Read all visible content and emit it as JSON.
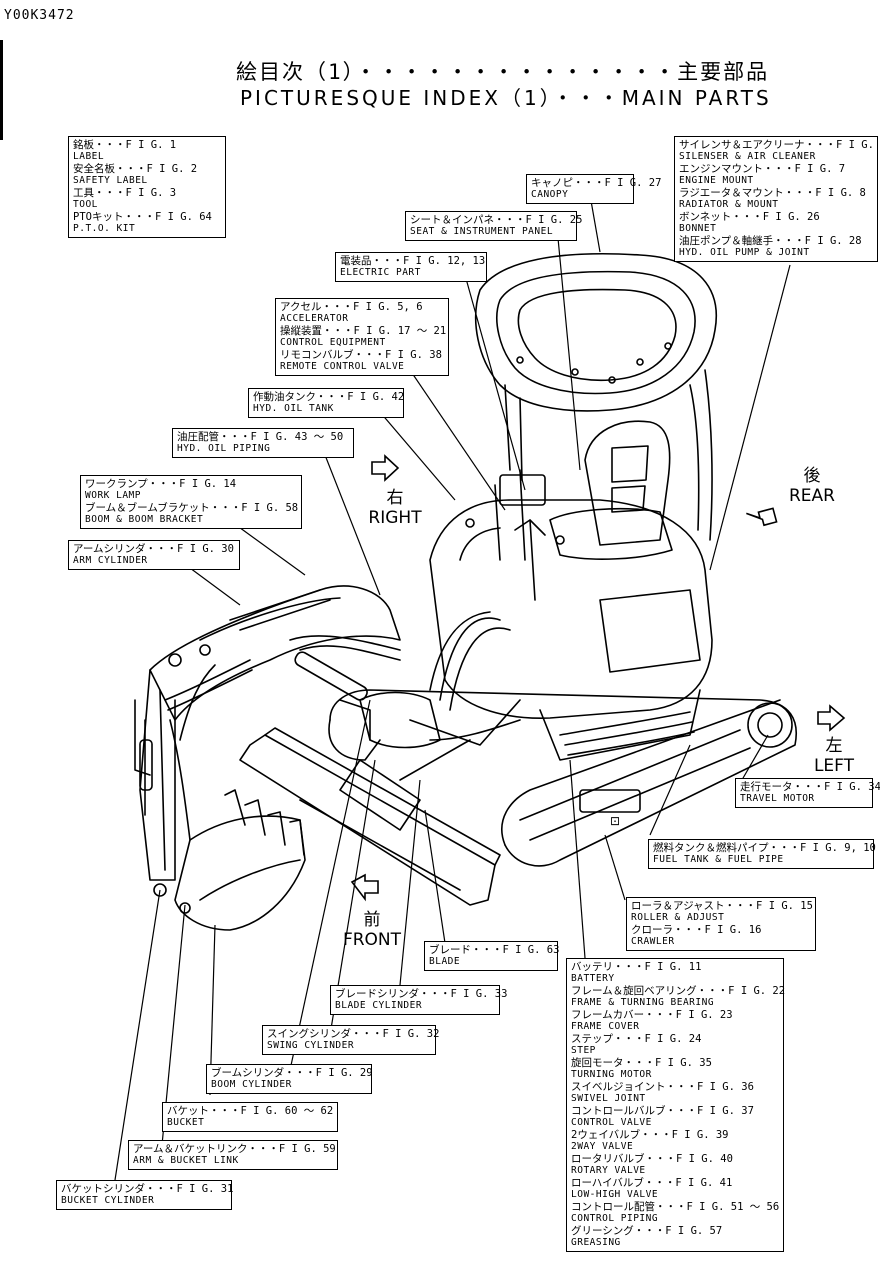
{
  "header": {
    "doc_id": "Y00K3472",
    "title_jp": "絵目次（1）・・・・・・・・・・・・・・主要部品",
    "title_en": "PICTURESQUE INDEX（1）・・・MAIN PARTS"
  },
  "directions": {
    "right_jp": "右",
    "right_en": "RIGHT",
    "rear_jp": "後",
    "rear_en": "REAR",
    "left_jp": "左",
    "left_en": "LEFT",
    "front_jp": "前",
    "front_en": "FRONT"
  },
  "callouts": {
    "label_box": [
      "銘板・・・F I G. 1",
      "LABEL",
      "安全名板・・・F I G. 2",
      "SAFETY  LABEL",
      "工具・・・F I G. 3",
      "TOOL",
      "PTOキット・・・F I G. 64",
      "P.T.O. KIT"
    ],
    "engine_box": [
      "サイレンサ＆エアクリーナ・・・F I G. 4",
      "SILENSER & AIR CLEANER",
      "エンジンマウント・・・F I G. 7",
      "ENGINE MOUNT",
      "ラジエータ＆マウント・・・F I G. 8",
      "RADIATOR & MOUNT",
      "ボンネット・・・F I G. 26",
      "BONNET",
      "油圧ポンプ＆軸継手・・・F I G. 28",
      "HYD. OIL PUMP & JOINT"
    ],
    "canopy": [
      "キャノピ・・・F I G. 27",
      "CANOPY"
    ],
    "seat": [
      "シート＆インパネ・・・F I G. 25",
      "SEAT & INSTRUMENT PANEL"
    ],
    "electric": [
      "電装品・・・F I G. 12, 13",
      "ELECTRIC PART"
    ],
    "control": [
      "アクセル・・・F I G. 5, 6",
      "ACCELERATOR",
      "操縦装置・・・F I G. 17 ～ 21",
      "CONTROL EQUIPMENT",
      "リモコンバルブ・・・F I G. 38",
      "REMOTE CONTROL VALVE"
    ],
    "oil_tank": [
      "作動油タンク・・・F I G. 42",
      "HYD. OIL TANK"
    ],
    "oil_piping": [
      "油圧配管・・・F I G. 43 ～ 50",
      "HYD. OIL PIPING"
    ],
    "work_lamp": [
      "ワークランプ・・・F I G. 14",
      "WORK LAMP",
      "ブーム＆ブームブラケット・・・F I G. 58",
      "BOOM & BOOM BRACKET"
    ],
    "arm_cyl": [
      "アームシリンダ・・・F I G. 30",
      "ARM CYLINDER"
    ],
    "travel_motor": [
      "走行モータ・・・F I G. 34",
      "TRAVEL MOTOR"
    ],
    "fuel": [
      "燃料タンク＆燃料パイプ・・・F I G. 9, 10",
      "FUEL TANK & FUEL PIPE"
    ],
    "roller": [
      "ローラ＆アジャスト・・・F I G. 15",
      "ROLLER & ADJUST",
      "クローラ・・・F I G. 16",
      "CRAWLER"
    ],
    "blade": [
      "ブレード・・・F I G. 63",
      "BLADE"
    ],
    "battery_list": [
      "バッテリ・・・F I G. 11",
      "BATTERY",
      "フレーム＆旋回ベアリング・・・F I G. 22",
      "FRAME & TURNING BEARING",
      "フレームカバー・・・F I G. 23",
      "FRAME COVER",
      "ステップ・・・F I G. 24",
      "STEP",
      "旋回モータ・・・F I G. 35",
      "TURNING MOTOR",
      "スイベルジョイント・・・F I G. 36",
      "SWIVEL JOINT",
      "コントロールバルブ・・・F I G. 37",
      "CONTROL VALVE",
      "2ウェイバルブ・・・F I G. 39",
      "2WAY VALVE",
      "ロータリバルブ・・・F I G. 40",
      "ROTARY VALVE",
      "ローハイバルブ・・・F I G. 41",
      "LOW-HIGH VALVE",
      "コントロール配管・・・F I G. 51 ～ 56",
      "CONTROL PIPING",
      "グリーシング・・・F I G. 57",
      "GREASING"
    ],
    "blade_cyl": [
      "ブレードシリンダ・・・F I G. 33",
      "BLADE CYLINDER"
    ],
    "swing_cyl": [
      "スイングシリンダ・・・F I G. 32",
      "SWING CYLINDER"
    ],
    "boom_cyl": [
      "ブームシリンダ・・・F I G. 29",
      "BOOM CYLINDER"
    ],
    "bucket": [
      "バケット・・・F I G. 60 ～ 62",
      "BUCKET"
    ],
    "link": [
      "アーム＆バケットリンク・・・F I G. 59",
      "ARM & BUCKET LINK"
    ],
    "bucket_cyl": [
      "バケットシリンダ・・・F I G. 31",
      "BUCKET CYLINDER"
    ]
  },
  "brand_mark": "⊡"
}
